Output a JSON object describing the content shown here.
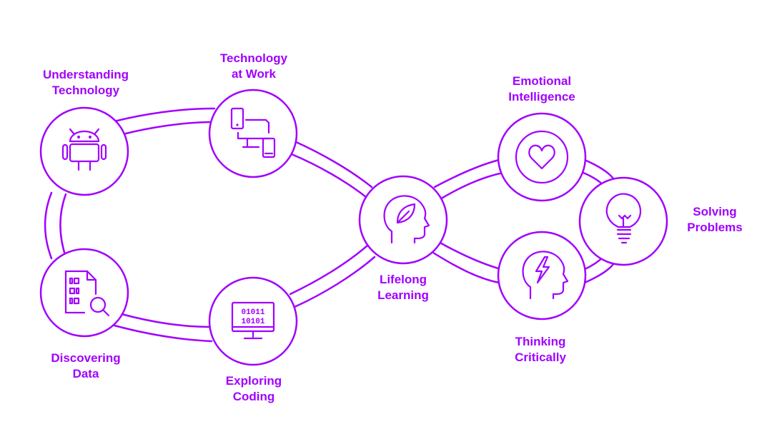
{
  "accent_color": "#a100ff",
  "nodes": {
    "understanding_technology": {
      "label_1": "Understanding",
      "label_2": "Technology",
      "icon": "android-icon"
    },
    "technology_at_work": {
      "label_1": "Technology",
      "label_2": "at Work",
      "icon": "devices-icon"
    },
    "discovering_data": {
      "label_1": "Discovering",
      "label_2": "Data",
      "icon": "data-document-search-icon"
    },
    "exploring_coding": {
      "label_1": "Exploring",
      "label_2": "Coding",
      "icon": "binary-monitor-icon",
      "icon_code_1": "01011",
      "icon_code_2": "10101"
    },
    "lifelong_learning": {
      "label_1": "Lifelong",
      "label_2": "Learning",
      "icon": "head-leaf-icon"
    },
    "emotional_intelligence": {
      "label_1": "Emotional",
      "label_2": "Intelligence",
      "icon": "heart-icon"
    },
    "solving_problems": {
      "label_1": "Solving",
      "label_2": "Problems",
      "icon": "lightbulb-icon"
    },
    "thinking_critically": {
      "label_1": "Thinking",
      "label_2": "Critically",
      "icon": "head-lightning-icon"
    }
  }
}
